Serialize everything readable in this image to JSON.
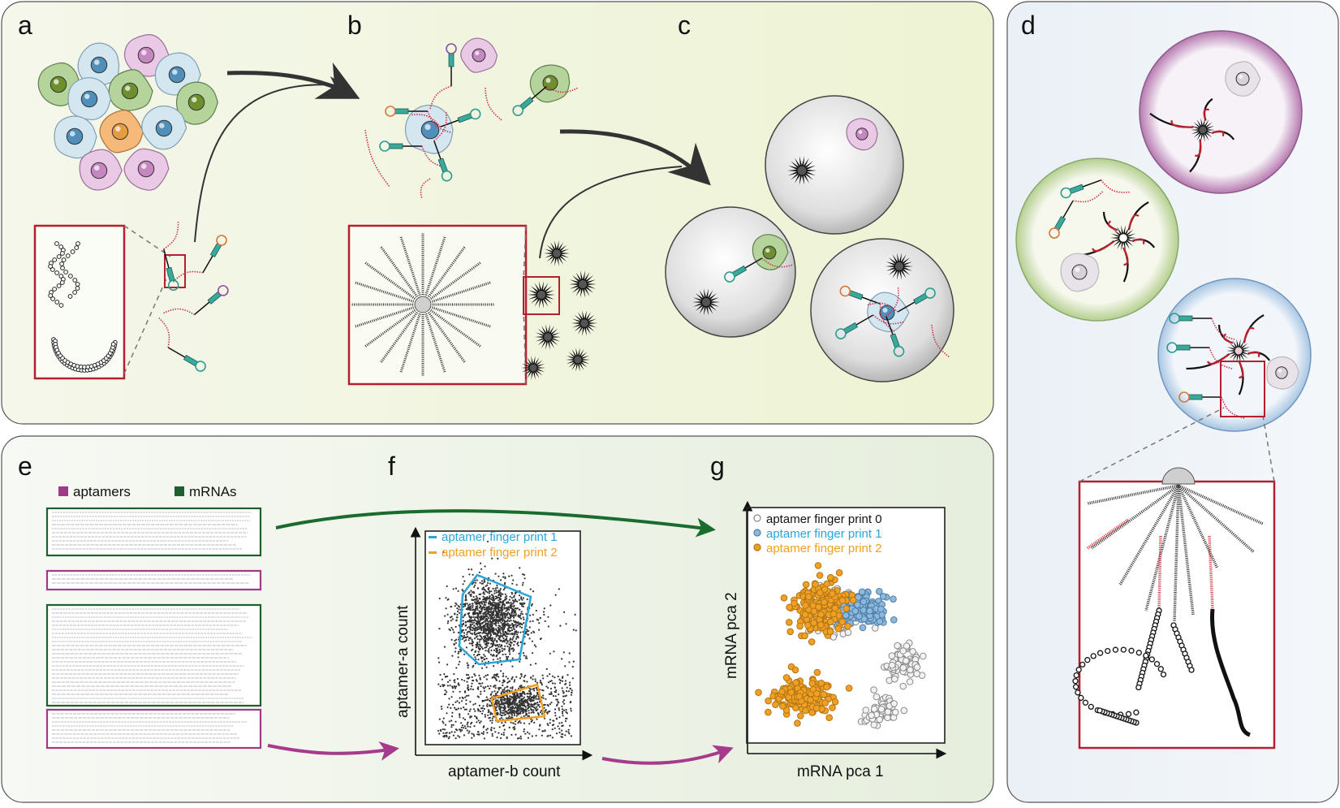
{
  "panels": {
    "a": "a",
    "b": "b",
    "c": "c",
    "d": "d",
    "e": "e",
    "f": "f",
    "g": "g"
  },
  "legend_e": {
    "aptamers": "aptamers",
    "mrnas": "mRNAs"
  },
  "panel_f": {
    "xlabel": "aptamer-b count",
    "ylabel": "aptamer-a count",
    "legend": [
      "aptamer finger print 1",
      "aptamer finger print 2"
    ]
  },
  "panel_g": {
    "xlabel": "mRNA pca 1",
    "ylabel": "mRNA pca 2",
    "legend": [
      "aptamer finger print 0",
      "aptamer finger print 1",
      "aptamer finger print 2"
    ]
  },
  "colors": {
    "print0": "#a8a8a8",
    "print1": "#29a6d8",
    "print2": "#f0a022",
    "aptamer_box": "#a03a86",
    "mrna_box": "#1f5e2e",
    "zoom_box": "#b51f2e",
    "mrna_arrow": "#1a6b2e",
    "aptamer_arrow": "#a63a8c"
  }
}
